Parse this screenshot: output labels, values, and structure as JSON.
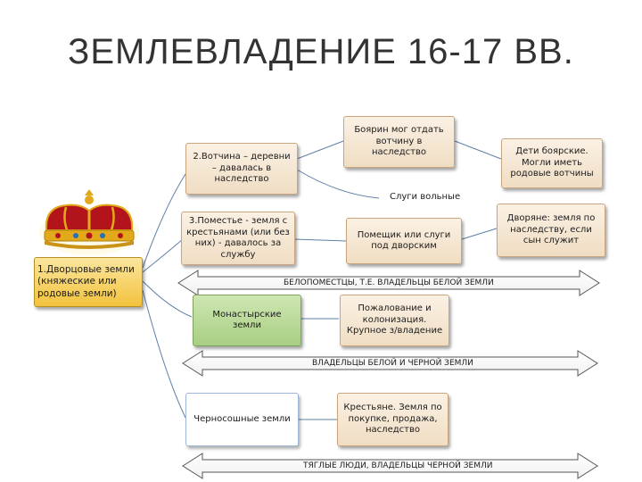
{
  "title": "ЗЕМЛЕВЛАДЕНИЕ 16-17 ВВ.",
  "root": "1.Дворцовые земли (княжеские или родовые земли)",
  "left_column": {
    "votchina": "2.Вотчина – деревни – давалась в наследство",
    "pomestie": "3.Поместье - земля с крестьянами (или без них) - давалось за службу",
    "monastic": "Монастырские земли",
    "chernososhnye": "Черносошные земли"
  },
  "middle_column": {
    "boyarin": "Боярин мог отдать вотчину в наследство",
    "slugi_volnye": "Слуги вольные",
    "pomeshchik": "Помещик или слуги под дворским",
    "pozhalovanie": "Пожалование и колонизация. Крупное з/владение",
    "krestyane": "Крестьяне. Земля по покупке, продажа, наследство"
  },
  "right_column": {
    "deti_boyarskie": "Дети боярские. Могли иметь родовые вотчины",
    "dvoryane": "Дворяне: земля по наследству, если сын служит"
  },
  "arrows": {
    "belopomestsy": "БЕЛОПОМЕСТЦЫ, Т.Е. ВЛАДЕЛЬЦЫ БЕЛОЙ ЗЕМЛИ",
    "vladeltsy_beloy_chernoy": "ВЛАДЕЛЬЦЫ БЕЛОЙ И ЧЕРНОЙ ЗЕМЛИ",
    "tyaglye": "ТЯГЛЫЕ ЛЮДИ, ВЛАДЕЛЬЦЫ ЧЕРНОЙ ЗЕМЛИ"
  },
  "colors": {
    "tan_box": "#f0ddc3",
    "green_box": "#a7cf82",
    "gold_box": "#f2c23b",
    "connector": "#5f7fa8",
    "crown_red": "#b3141c",
    "crown_gold": "#e2a91a"
  },
  "icons": {
    "crown": "crown-icon"
  }
}
